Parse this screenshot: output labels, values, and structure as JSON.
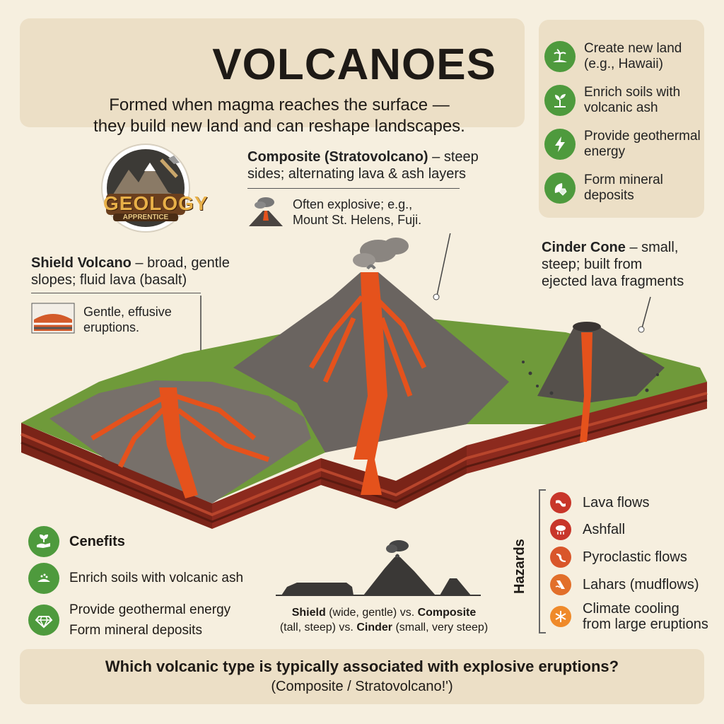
{
  "header": {
    "title": "VOLCANOES",
    "subtitle_line1": "Formed when magma reaches the surface —",
    "subtitle_line2": "they build new land and can reshape landscapes."
  },
  "logo": {
    "name": "GEOLOGY",
    "tagline": "APPRENTICE"
  },
  "benefits_panel": [
    {
      "line1": "Create new land",
      "line2": "(e.g., Hawaii)",
      "icon": "island-icon"
    },
    {
      "line1": "Enrich soils with",
      "line2": "volcanic ash",
      "icon": "sprout-icon"
    },
    {
      "line1": "Provide geothermal",
      "line2": "energy",
      "icon": "lightning-icon"
    },
    {
      "line1": "Form mineral",
      "line2": "deposits",
      "icon": "leaf-gem-icon"
    }
  ],
  "composite": {
    "name": "Composite (Stratovolcano)",
    "desc1": " – steep",
    "desc2": "sides; alternating lava & ash layers",
    "note1": "Often explosive; e.g.,",
    "note2": "Mount St. Helens, Fuji."
  },
  "shield": {
    "name": "Shield Volcano",
    "desc1": " – broad, gentle",
    "desc2": "slopes; fluid lava (basalt)",
    "note1": "Gentle, effusive",
    "note2": "eruptions."
  },
  "cinder": {
    "name": "Cinder Cone",
    "desc1": " – small,",
    "desc2": "steep; built from",
    "desc3": "ejected lava fragments"
  },
  "benefits_bottom": {
    "heading": "Cenefits",
    "item1": "Enrich soils with volcanic ash",
    "item2": "Provide geothermal energy",
    "item3": "Form mineral deposits"
  },
  "comparison": {
    "w1": "Shield",
    "t1": " (wide, gentle) vs. ",
    "w2": "Composite",
    "t2": "(tall, steep) vs. ",
    "w3": "Cinder",
    "t3": " (small, very steep)"
  },
  "hazards": {
    "label": "Hazards",
    "items": [
      {
        "text": "Lava flows",
        "color": "#c8362a",
        "icon": "lava-icon"
      },
      {
        "text": "Ashfall",
        "color": "#c8362a",
        "icon": "ash-cloud-icon"
      },
      {
        "text": "Pyroclastic flows",
        "color": "#d9562a",
        "icon": "pyroclastic-icon"
      },
      {
        "text": "Lahars (mudflows)",
        "color": "#e26f2a",
        "icon": "mudflow-icon"
      },
      {
        "text1": "Climate cooling",
        "text2": "from large eruptions",
        "color": "#ef8a2a",
        "icon": "snowflake-icon"
      }
    ]
  },
  "question": {
    "text": "Which volcanic type is typically associated with explosive eruptions?",
    "answer": "(Composite / Stratovolcano!')"
  },
  "colors": {
    "benefit_green": "#4e9a3d",
    "lava": "#e5521c",
    "crust": "#8c2a1e",
    "grass": "#6f9a3a"
  }
}
